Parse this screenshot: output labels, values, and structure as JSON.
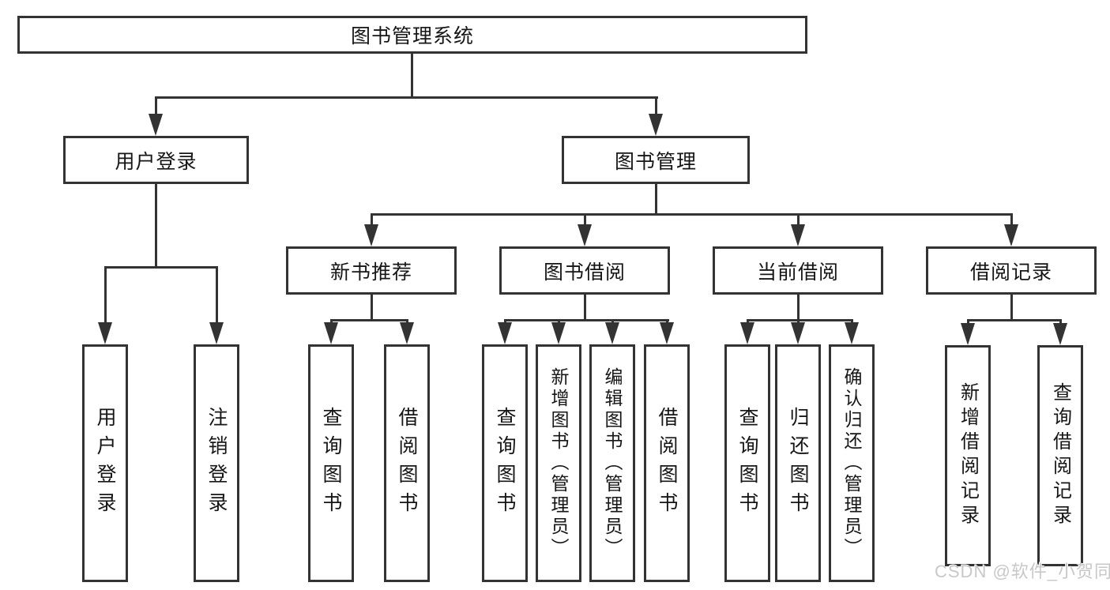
{
  "colors": {
    "background": "#ffffff",
    "line": "#333333",
    "text": "#161616",
    "watermark_text": "#c3c3c3"
  },
  "tree": {
    "root": "图书管理系统",
    "branches": [
      {
        "label": "用户登录",
        "children": [
          "用户登录",
          "注销登录"
        ]
      },
      {
        "label": "图书管理",
        "children": [
          {
            "label": "新书推荐",
            "children": [
              "查询图书",
              "借阅图书"
            ]
          },
          {
            "label": "图书借阅",
            "children": [
              "查询图书",
              "新增图书（管理员）",
              "编辑图书（管理员）",
              "借阅图书"
            ]
          },
          {
            "label": "当前借阅",
            "children": [
              "查询图书",
              "归还图书",
              "确认归还（管理员）"
            ]
          },
          {
            "label": "借阅记录",
            "children": [
              "新增借阅记录",
              "查询借阅记录"
            ]
          }
        ]
      }
    ]
  },
  "watermark": "CSDN @软件_小贺同学"
}
